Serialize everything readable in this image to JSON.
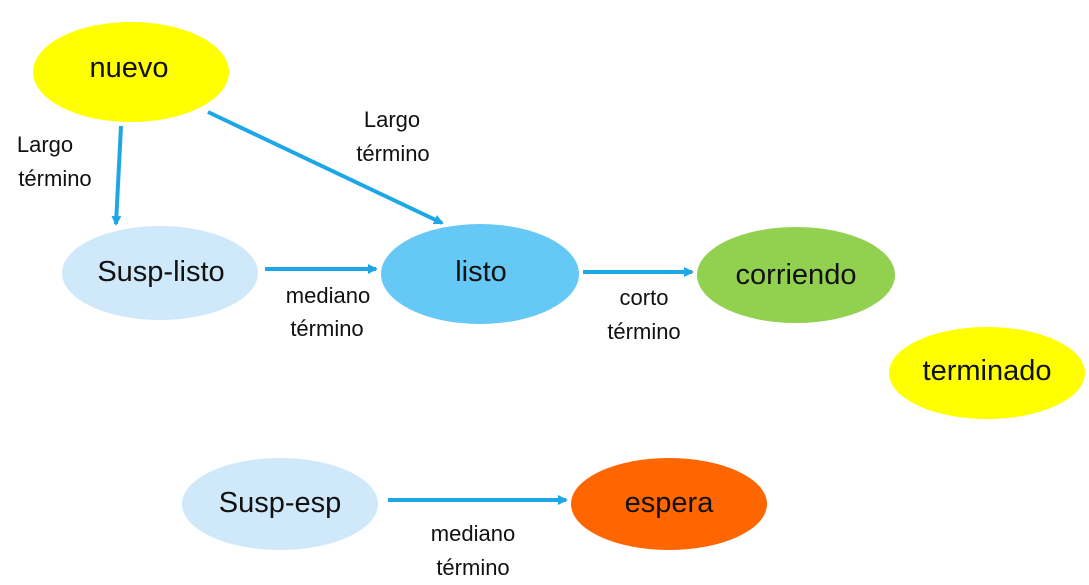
{
  "diagram": {
    "states": {
      "nuevo": {
        "label": "nuevo",
        "color": "#ffff00"
      },
      "susp_listo": {
        "label": "Susp-listo",
        "color": "#cfe9fb"
      },
      "listo": {
        "label": "listo",
        "color": "#66c8f5"
      },
      "corriendo": {
        "label": "corriendo",
        "color": "#92d050"
      },
      "terminado": {
        "label": "terminado",
        "color": "#ffff00"
      },
      "susp_esp": {
        "label": "Susp-esp",
        "color": "#cfe9fb"
      },
      "espera": {
        "label": "espera",
        "color": "#ff6600"
      }
    },
    "transitions": {
      "nuevo_to_susp_listo": {
        "line1": "Largo",
        "line2": "término"
      },
      "nuevo_to_listo": {
        "line1": "Largo",
        "line2": "término"
      },
      "susp_listo_to_listo": {
        "line1": "mediano",
        "line2": "término"
      },
      "listo_to_corriendo": {
        "line1": "corto",
        "line2": "término"
      },
      "susp_esp_to_espera": {
        "line1": "mediano",
        "line2": "término"
      }
    },
    "arrow_color": "#1ea7e6"
  }
}
